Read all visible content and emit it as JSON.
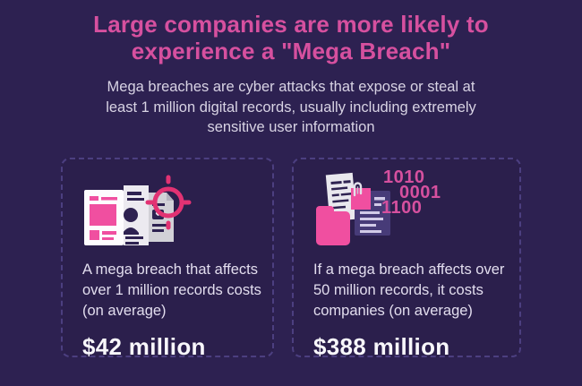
{
  "theme": {
    "background": "#2d2151",
    "title_pink": "#d6509f",
    "icon_pink": "#f04fa0",
    "crosshair_pink": "#e23273",
    "binary_pink": "#d6509f",
    "card_border_purple": "#4c3f80",
    "card_background": "#2b1f4c",
    "body_text": "#e2ddee",
    "amount_text": "#f8f7fb",
    "icon_dark_detail": "#2e2251",
    "icon_paper_gray": "#e9e8ee",
    "icon_indigo_doc": "#473b78"
  },
  "header": {
    "title_line1": "Large companies are more likely to",
    "title_line2": "experience a \"Mega Breach\"",
    "subtitle": "Mega breaches are cyber attacks that expose or steal at least 1 million digital records, usually including extremely sensitive user information"
  },
  "cards": [
    {
      "icon": "targeted-documents-icon",
      "description": "A mega breach that affects over 1 million records costs (on average)",
      "amount": "$42 million"
    },
    {
      "icon": "breached-files-binary-icon",
      "binary_lines": [
        "1010",
        "0001",
        "1100"
      ],
      "description": "If a mega breach affects over 50 million records, it costs companies (on average)",
      "amount": "$388 million"
    }
  ]
}
